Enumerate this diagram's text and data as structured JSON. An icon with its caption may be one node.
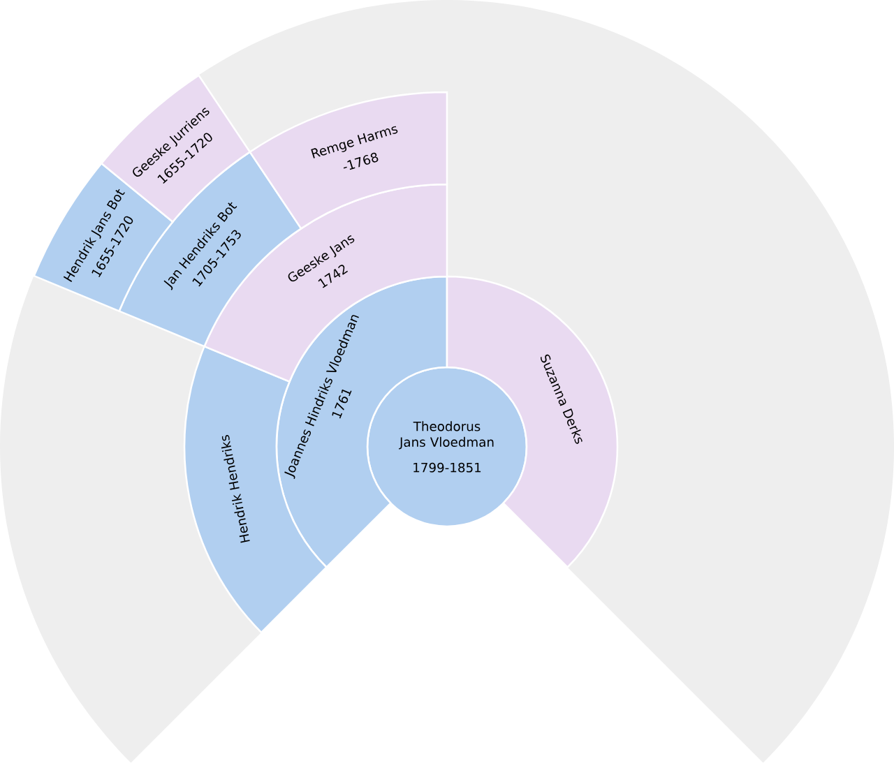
{
  "diagram": {
    "nodes": [
      {
        "text": [
          "Theodorus Jans Vloedman",
          "1799-1851"
        ]
      },
      {
        "text": [
          "Joannes Hindriks Vloedman",
          "1761"
        ]
      },
      {
        "text": [
          "Suzanna Derks"
        ]
      },
      {
        "text": [
          "Hendrik Hendriks"
        ]
      },
      {
        "text": [
          "Geeske Jans",
          "1742"
        ]
      },
      {
        "text": [
          "Jan Hendriks Bot",
          "1705-1753"
        ]
      },
      {
        "text": [
          "Remge Harms",
          "-1768"
        ]
      },
      {
        "text": [
          "Hendrik Jans Bot",
          "1655-1720"
        ]
      },
      {
        "text": [
          "Geeske Jurriens",
          "1655-1720"
        ]
      }
    ]
  }
}
